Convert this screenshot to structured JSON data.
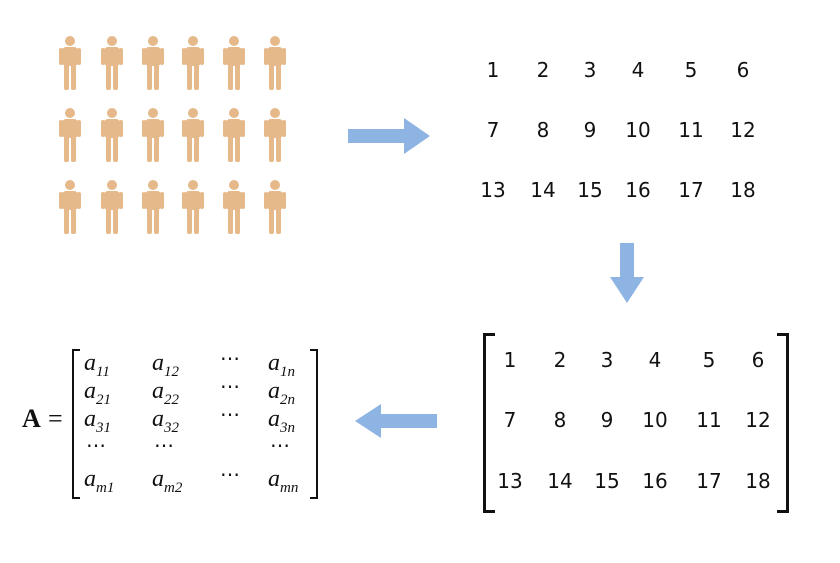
{
  "people": {
    "rows": 3,
    "cols": 6,
    "color": "#E5B98A"
  },
  "arrow_color": "#8DB4E2",
  "number_grid": [
    [
      "1",
      "2",
      "3",
      "4",
      "5",
      "6"
    ],
    [
      "7",
      "8",
      "9",
      "10",
      "11",
      "12"
    ],
    [
      "13",
      "14",
      "15",
      "16",
      "17",
      "18"
    ]
  ],
  "matrix_grid": [
    [
      "1",
      "2",
      "3",
      "4",
      "5",
      "6"
    ],
    [
      "7",
      "8",
      "9",
      "10",
      "11",
      "12"
    ],
    [
      "13",
      "14",
      "15",
      "16",
      "17",
      "18"
    ]
  ],
  "general_matrix": {
    "name": "A",
    "equals": "=",
    "rows": [
      [
        {
          "b": "a",
          "s": "11"
        },
        {
          "b": "a",
          "s": "12"
        },
        {
          "d": "⋯"
        },
        {
          "b": "a",
          "s": "1n"
        }
      ],
      [
        {
          "b": "a",
          "s": "21"
        },
        {
          "b": "a",
          "s": "22"
        },
        {
          "d": "⋯"
        },
        {
          "b": "a",
          "s": "2n"
        }
      ],
      [
        {
          "b": "a",
          "s": "31"
        },
        {
          "b": "a",
          "s": "32"
        },
        {
          "d": "⋯"
        },
        {
          "b": "a",
          "s": "3n"
        }
      ],
      [
        {
          "d": "⋯"
        },
        {
          "d": "⋯"
        },
        {
          "d": ""
        },
        {
          "d": "⋯"
        }
      ],
      [
        {
          "b": "a",
          "s": "m1"
        },
        {
          "b": "a",
          "s": "m2"
        },
        {
          "d": "⋯"
        },
        {
          "b": "a",
          "s": "mn"
        }
      ]
    ]
  }
}
